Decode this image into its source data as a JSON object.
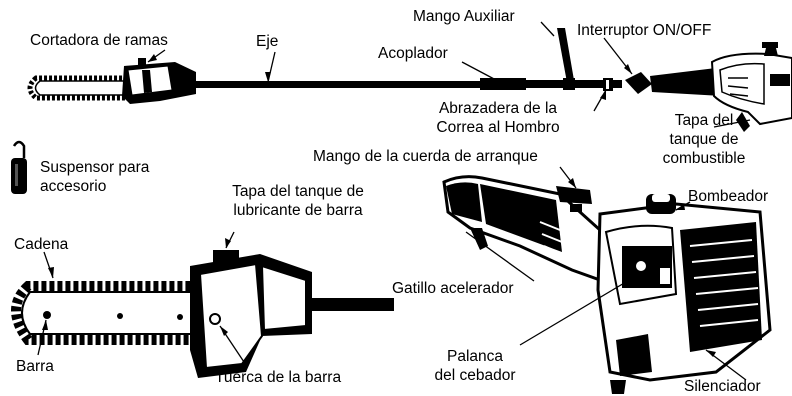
{
  "labels": {
    "pruner": "Cortadora de ramas",
    "shaft": "Eje",
    "coupler": "Acoplador",
    "aux_handle": "Mango Auxiliar",
    "switch": "Interruptor ON/OFF",
    "strap_clamp_1": "Abrazadera de la",
    "strap_clamp_2": "Correa al Hombro",
    "fuel_cap_1": "Tapa del",
    "fuel_cap_2": "tanque de",
    "fuel_cap_3": "combustible",
    "hanger_1": "Suspensor para",
    "hanger_2": "accesorio",
    "starter_handle": "Mango de la cuerda de arranque",
    "oil_cap_1": "Tapa del tanque de",
    "oil_cap_2": "lubricante de barra",
    "primer": "Bombeador",
    "chain": "Cadena",
    "throttle": "Gatillo acelerador",
    "choke_1": "Palanca",
    "choke_2": "del cebador",
    "bar": "Barra",
    "bar_nut": "Tuerca de la barra",
    "muffler": "Silenciador"
  },
  "colors": {
    "ink": "#000000",
    "paper": "#ffffff",
    "gray": "#8a8a8a"
  }
}
